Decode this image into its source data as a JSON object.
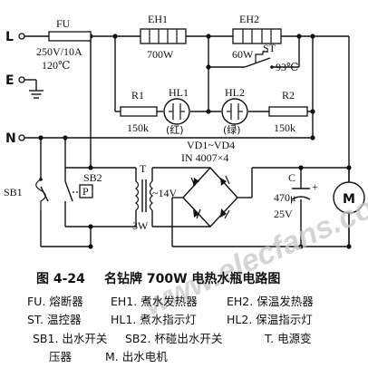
{
  "nodes": {
    "L": "L",
    "E": "E",
    "N": "N"
  },
  "components": {
    "fuse": {
      "name": "FU",
      "rating": "250V/10A",
      "temp": "120℃"
    },
    "eh1": {
      "name": "EH1",
      "power": "700W"
    },
    "eh2": {
      "name": "EH2",
      "power": "60W"
    },
    "st": {
      "name": "ST",
      "temp": "93℃"
    },
    "r1": {
      "name": "R1",
      "value": "150k"
    },
    "r2": {
      "name": "R2",
      "value": "150k"
    },
    "hl1": {
      "name": "HL1",
      "color": "(红)"
    },
    "hl2": {
      "name": "HL2",
      "color": "(绿)"
    },
    "sb1": {
      "name": "SB1"
    },
    "sb2": {
      "name": "SB2",
      "box": "P"
    },
    "transformer": {
      "name": "T",
      "secondary": "~14V",
      "power": "3W"
    },
    "diodes": {
      "name": "VD1~VD4",
      "part": "IN 4007×4"
    },
    "capacitor": {
      "name": "C",
      "value": "470μ",
      "voltage": "25V",
      "plus": "+"
    },
    "motor": {
      "name": "M"
    }
  },
  "caption": {
    "number": "图 4-24",
    "title": "名钻牌 700W 电热水瓶电路图"
  },
  "legend": {
    "line1a": "FU. 熔断器",
    "line1b": "EH1. 煮水发热器",
    "line1c": "EH2. 保温发热器",
    "line2a": "ST. 温控器",
    "line2b": "HL1. 煮水指示灯",
    "line2c": "HL2. 保温指示灯",
    "line3a": "SB1. 出水开关",
    "line3b": "SB2. 杯碰出水开关",
    "line3c": "T. 电源变",
    "line4a": "压器",
    "line4b": "M. 出水电机"
  },
  "watermark": "www.elecfans.com"
}
